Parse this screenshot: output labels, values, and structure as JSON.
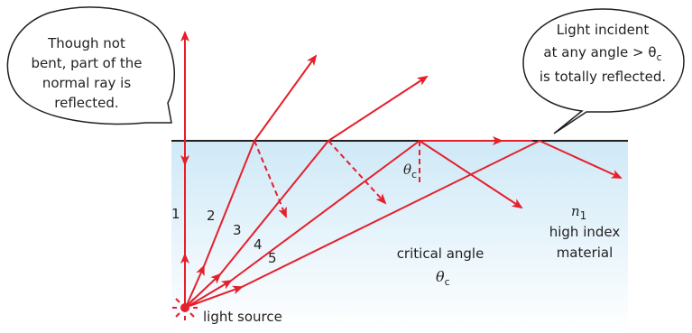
{
  "colors": {
    "ray": "#e51f2b",
    "surface": "#231f20",
    "medium_top": "#cfe9f7",
    "medium_bottom": "#ffffff"
  },
  "callouts": {
    "left": [
      "Though not",
      "bent, part of the",
      "normal ray is",
      "reflected."
    ],
    "right": [
      "Light incident",
      "at any angle > θ",
      "is totally reflected."
    ],
    "right_subscript": "c"
  },
  "rays": {
    "r1": "1",
    "r2": "2",
    "r3": "3",
    "r4": "4",
    "r5": "5"
  },
  "angle_symbol": "θ",
  "angle_subscript": "c",
  "critical_angle": {
    "label": "critical angle",
    "symbol": "θ",
    "subscript": "c"
  },
  "medium": {
    "index": "n",
    "index_subscript": "1",
    "line1": "high index",
    "line2": "material"
  },
  "source": {
    "label": "light source",
    "icon": "sun-burst-icon"
  }
}
